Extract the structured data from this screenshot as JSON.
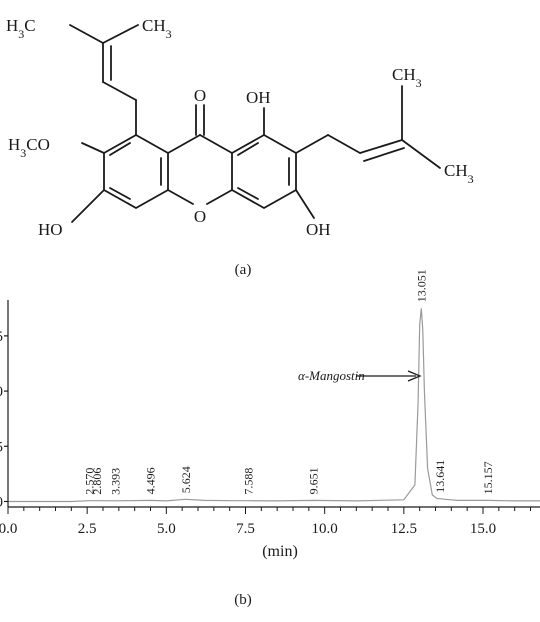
{
  "panel_a": {
    "caption": "(a)",
    "labels": {
      "ch3_top_left": "H3C",
      "ch3_top_right": "CH3",
      "ch3_right_top": "CH3",
      "ch3_right_bottom": "CH3",
      "methoxy": "H3CO",
      "carbonyl_o": "O",
      "ring_o": "O",
      "oh_top": "OH",
      "oh_bottom_left": "HO",
      "oh_bottom_right": "OH"
    }
  },
  "panel_b": {
    "caption": "(b)",
    "annotation": "α-Mangostin",
    "chart_data": {
      "type": "line",
      "xlabel": "(min)",
      "ylabel": "",
      "xlim": [
        0,
        16.8
      ],
      "ylim": [
        -0.1,
        3.65
      ],
      "xticks": [
        0.0,
        2.5,
        5.0,
        7.5,
        10.0,
        12.5,
        15.0
      ],
      "xtick_labels": [
        "0.0",
        "2.5",
        "5.0",
        "7.5",
        "10.0",
        "12.5",
        "15.0"
      ],
      "yticks": [
        0,
        1,
        2,
        3
      ],
      "ytick_labels": [
        "0",
        "5",
        "0",
        "5"
      ],
      "grid": false,
      "peaks": [
        {
          "rt": 2.57,
          "label": "2.570",
          "height": 0.015
        },
        {
          "rt": 2.806,
          "label": "2.806",
          "height": 0.015
        },
        {
          "rt": 3.393,
          "label": "3.393",
          "height": 0.012
        },
        {
          "rt": 4.496,
          "label": "4.496",
          "height": 0.02
        },
        {
          "rt": 5.624,
          "label": "5.624",
          "height": 0.04
        },
        {
          "rt": 7.588,
          "label": "7.588",
          "height": 0.015
        },
        {
          "rt": 9.651,
          "label": "9.651",
          "height": 0.02
        },
        {
          "rt": 13.051,
          "label": "13.051",
          "height": 3.5
        },
        {
          "rt": 13.641,
          "label": "13.641",
          "height": 0.05
        },
        {
          "rt": 15.157,
          "label": "15.157",
          "height": 0.02
        }
      ],
      "series": [
        {
          "x": [
            0.0,
            2.0,
            2.57,
            2.8,
            3.4,
            4.5,
            5.0,
            5.6,
            6.2,
            7.0,
            7.6,
            8.5,
            9.65,
            11.0,
            12.5,
            12.85,
            12.95,
            13.0,
            13.05,
            13.1,
            13.15,
            13.25,
            13.4,
            13.55,
            13.65,
            13.8,
            14.2,
            15.16,
            16.0,
            16.8
          ],
          "y": [
            0.0,
            0.0,
            0.015,
            0.015,
            0.012,
            0.02,
            0.01,
            0.04,
            0.02,
            0.015,
            0.015,
            0.01,
            0.02,
            0.01,
            0.03,
            0.3,
            1.8,
            3.2,
            3.5,
            3.1,
            2.0,
            0.6,
            0.12,
            0.05,
            0.05,
            0.04,
            0.02,
            0.02,
            0.01,
            0.01
          ]
        }
      ],
      "line_color": "#9a9a9a"
    }
  }
}
